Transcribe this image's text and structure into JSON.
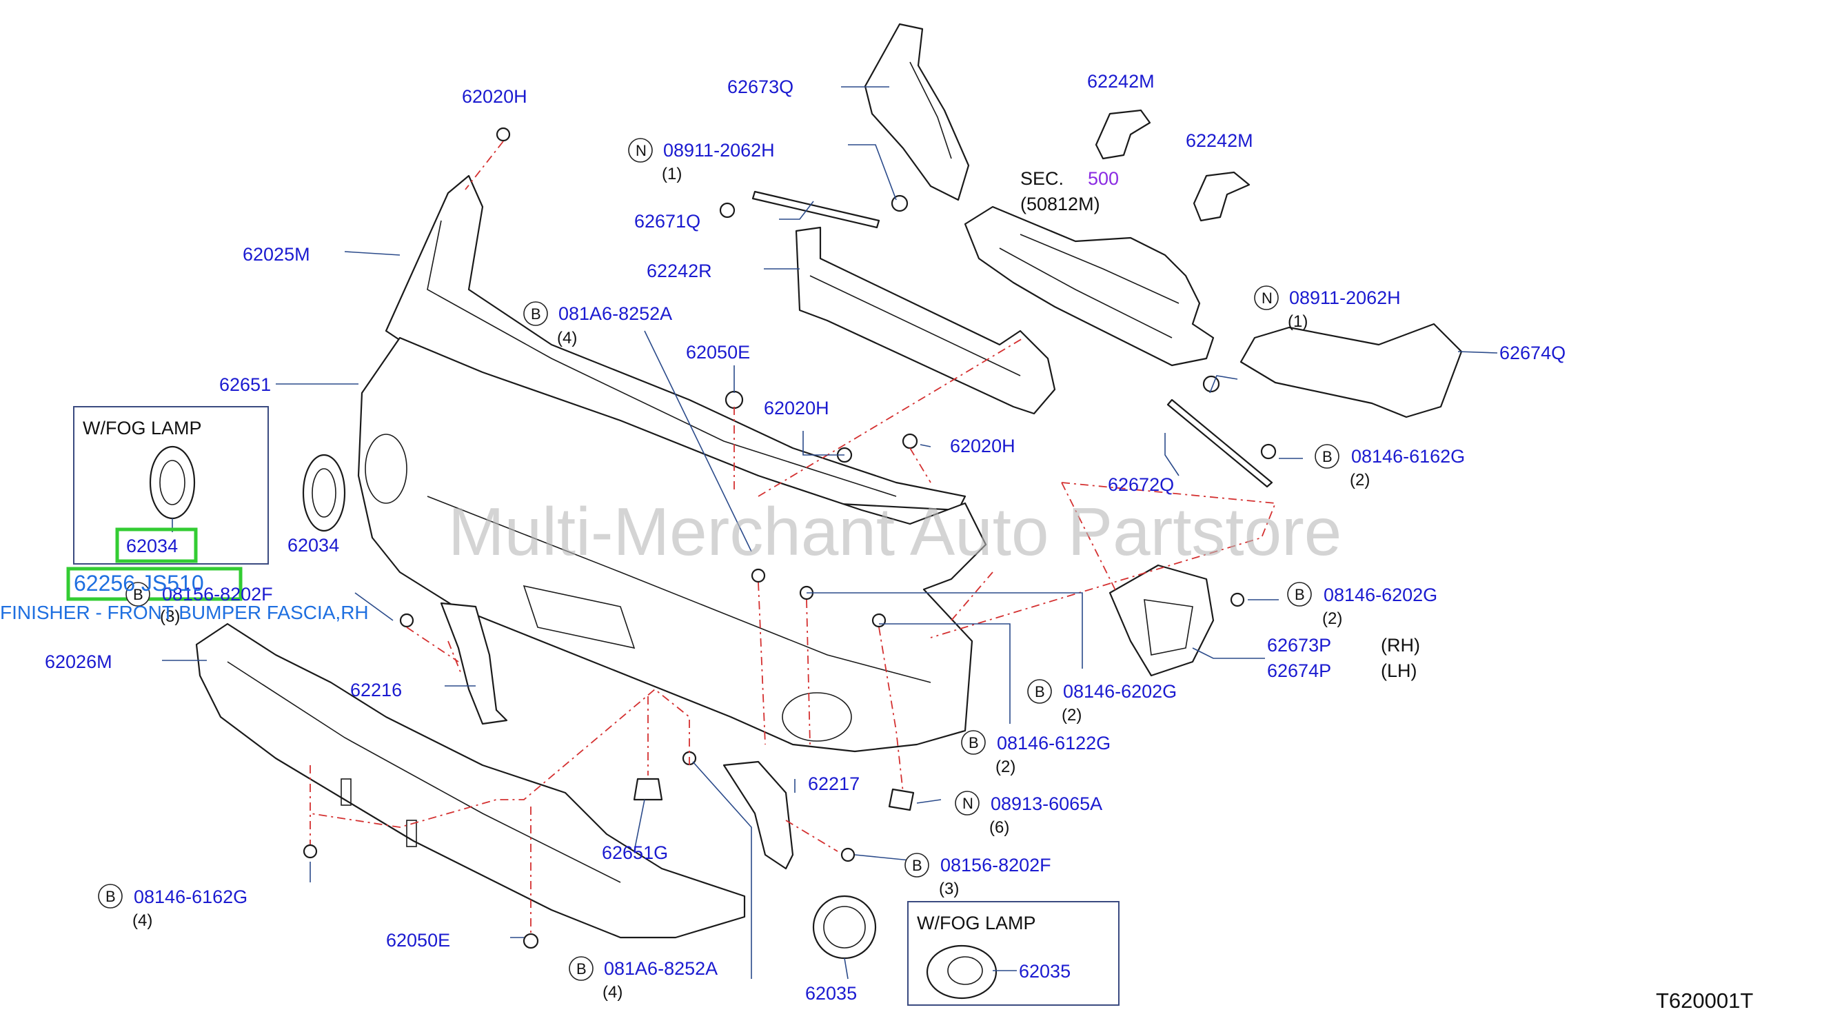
{
  "watermark": "Multi-Merchant Auto Partstore",
  "diagram_code": "T620001T",
  "highlight": {
    "part_number": "62256 JS510",
    "description": "FINISHER - FRONT BUMPER FASCIA,RH"
  },
  "parts": {
    "p62020H_top": "62020H",
    "p62673Q": "62673Q",
    "p62242M_a": "62242M",
    "p62242M_b": "62242M",
    "n08911_a": "08911-2062H",
    "n08911_a_qty": "(1)",
    "sec_label": "SEC.",
    "sec_num": "500",
    "sec_ref": "(50812M)",
    "p62671Q": "62671Q",
    "p62025M": "62025M",
    "p62242R": "62242R",
    "b081A6_top": "081A6-8252A",
    "b081A6_top_qty": "(4)",
    "n08911_b": "08911-2062H",
    "n08911_b_qty": "(1)",
    "p62050E_top": "62050E",
    "p62674Q": "62674Q",
    "p62651": "62651",
    "p62020H_mid": "62020H",
    "p62020H_right": "62020H",
    "fog_left_title": "W/FOG   LAMP",
    "p62034_box": "62034",
    "p62034": "62034",
    "b08146_6162G_r": "08146-6162G",
    "b08146_6162G_r_qty": "(2)",
    "p62672Q": "62672Q",
    "b08156_a": "08156-8202F",
    "b08156_a_qty": "(3)",
    "b08146_6202G_r": "08146-6202G",
    "b08146_6202G_r_qty": "(2)",
    "p62673P": "62673P",
    "p62673P_side": "(RH)",
    "p62674P": "62674P",
    "p62674P_side": "(LH)",
    "p62026M": "62026M",
    "p62216": "62216",
    "b08146_6202G_m": "08146-6202G",
    "b08146_6202G_m_qty": "(2)",
    "b08146_6122G": "08146-6122G",
    "b08146_6122G_qty": "(2)",
    "p62217": "62217",
    "n08913": "08913-6065A",
    "n08913_qty": "(6)",
    "p62651G": "62651G",
    "b08156_b": "08156-8202F",
    "b08156_b_qty": "(3)",
    "b08146_6162G_l": "08146-6162G",
    "b08146_6162G_l_qty": "(4)",
    "p62050E_bot": "62050E",
    "b081A6_bot": "081A6-8252A",
    "b081A6_bot_qty": "(4)",
    "p62035": "62035",
    "fog_right_title": "W/FOG   LAMP",
    "p62035_box": "62035"
  },
  "prefix": {
    "n": "N",
    "b": "B"
  },
  "colors": {
    "part_number": "#1a1ad0",
    "section_ref": "#8a2be2",
    "highlight_box": "#33cc33",
    "tooltip_text": "#1e6fe0",
    "center_line": "#d43030"
  }
}
